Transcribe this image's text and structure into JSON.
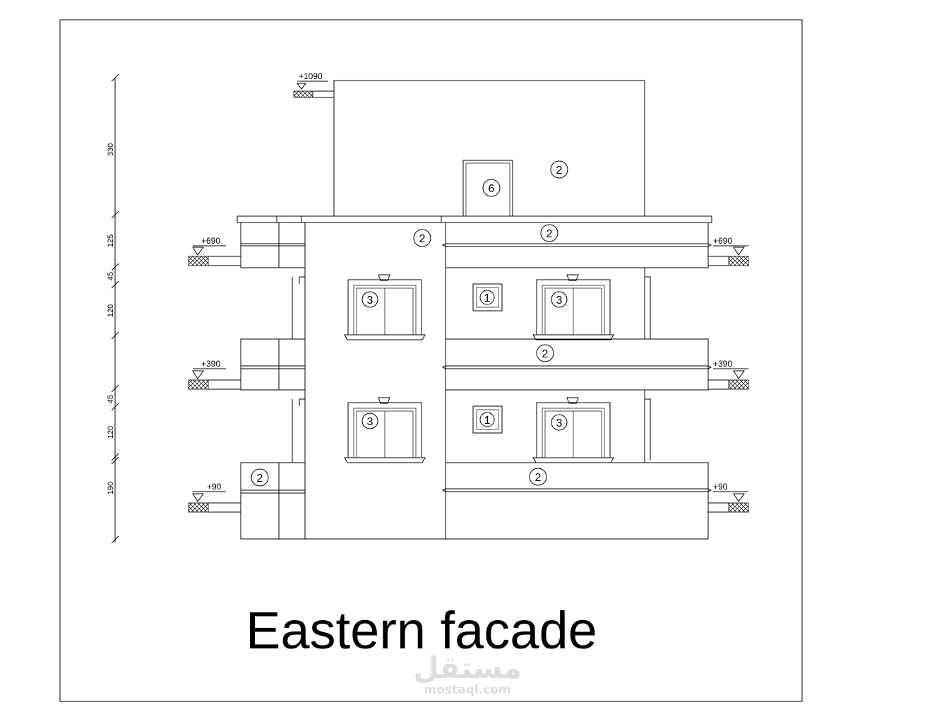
{
  "drawing": {
    "title": "Eastern facade",
    "levels": [
      "+1090",
      "+690",
      "+690",
      "+390",
      "+390",
      "+90",
      "+90"
    ],
    "dimensions": [
      "330",
      "125",
      "45",
      "120",
      "45",
      "120",
      "190"
    ],
    "tags": [
      "2",
      "6",
      "2",
      "2",
      "3",
      "3",
      "1",
      "2",
      "3",
      "3",
      "1",
      "2",
      "2"
    ]
  },
  "watermark": {
    "brand_ar": "مستقل",
    "url": "mostaql.com"
  }
}
